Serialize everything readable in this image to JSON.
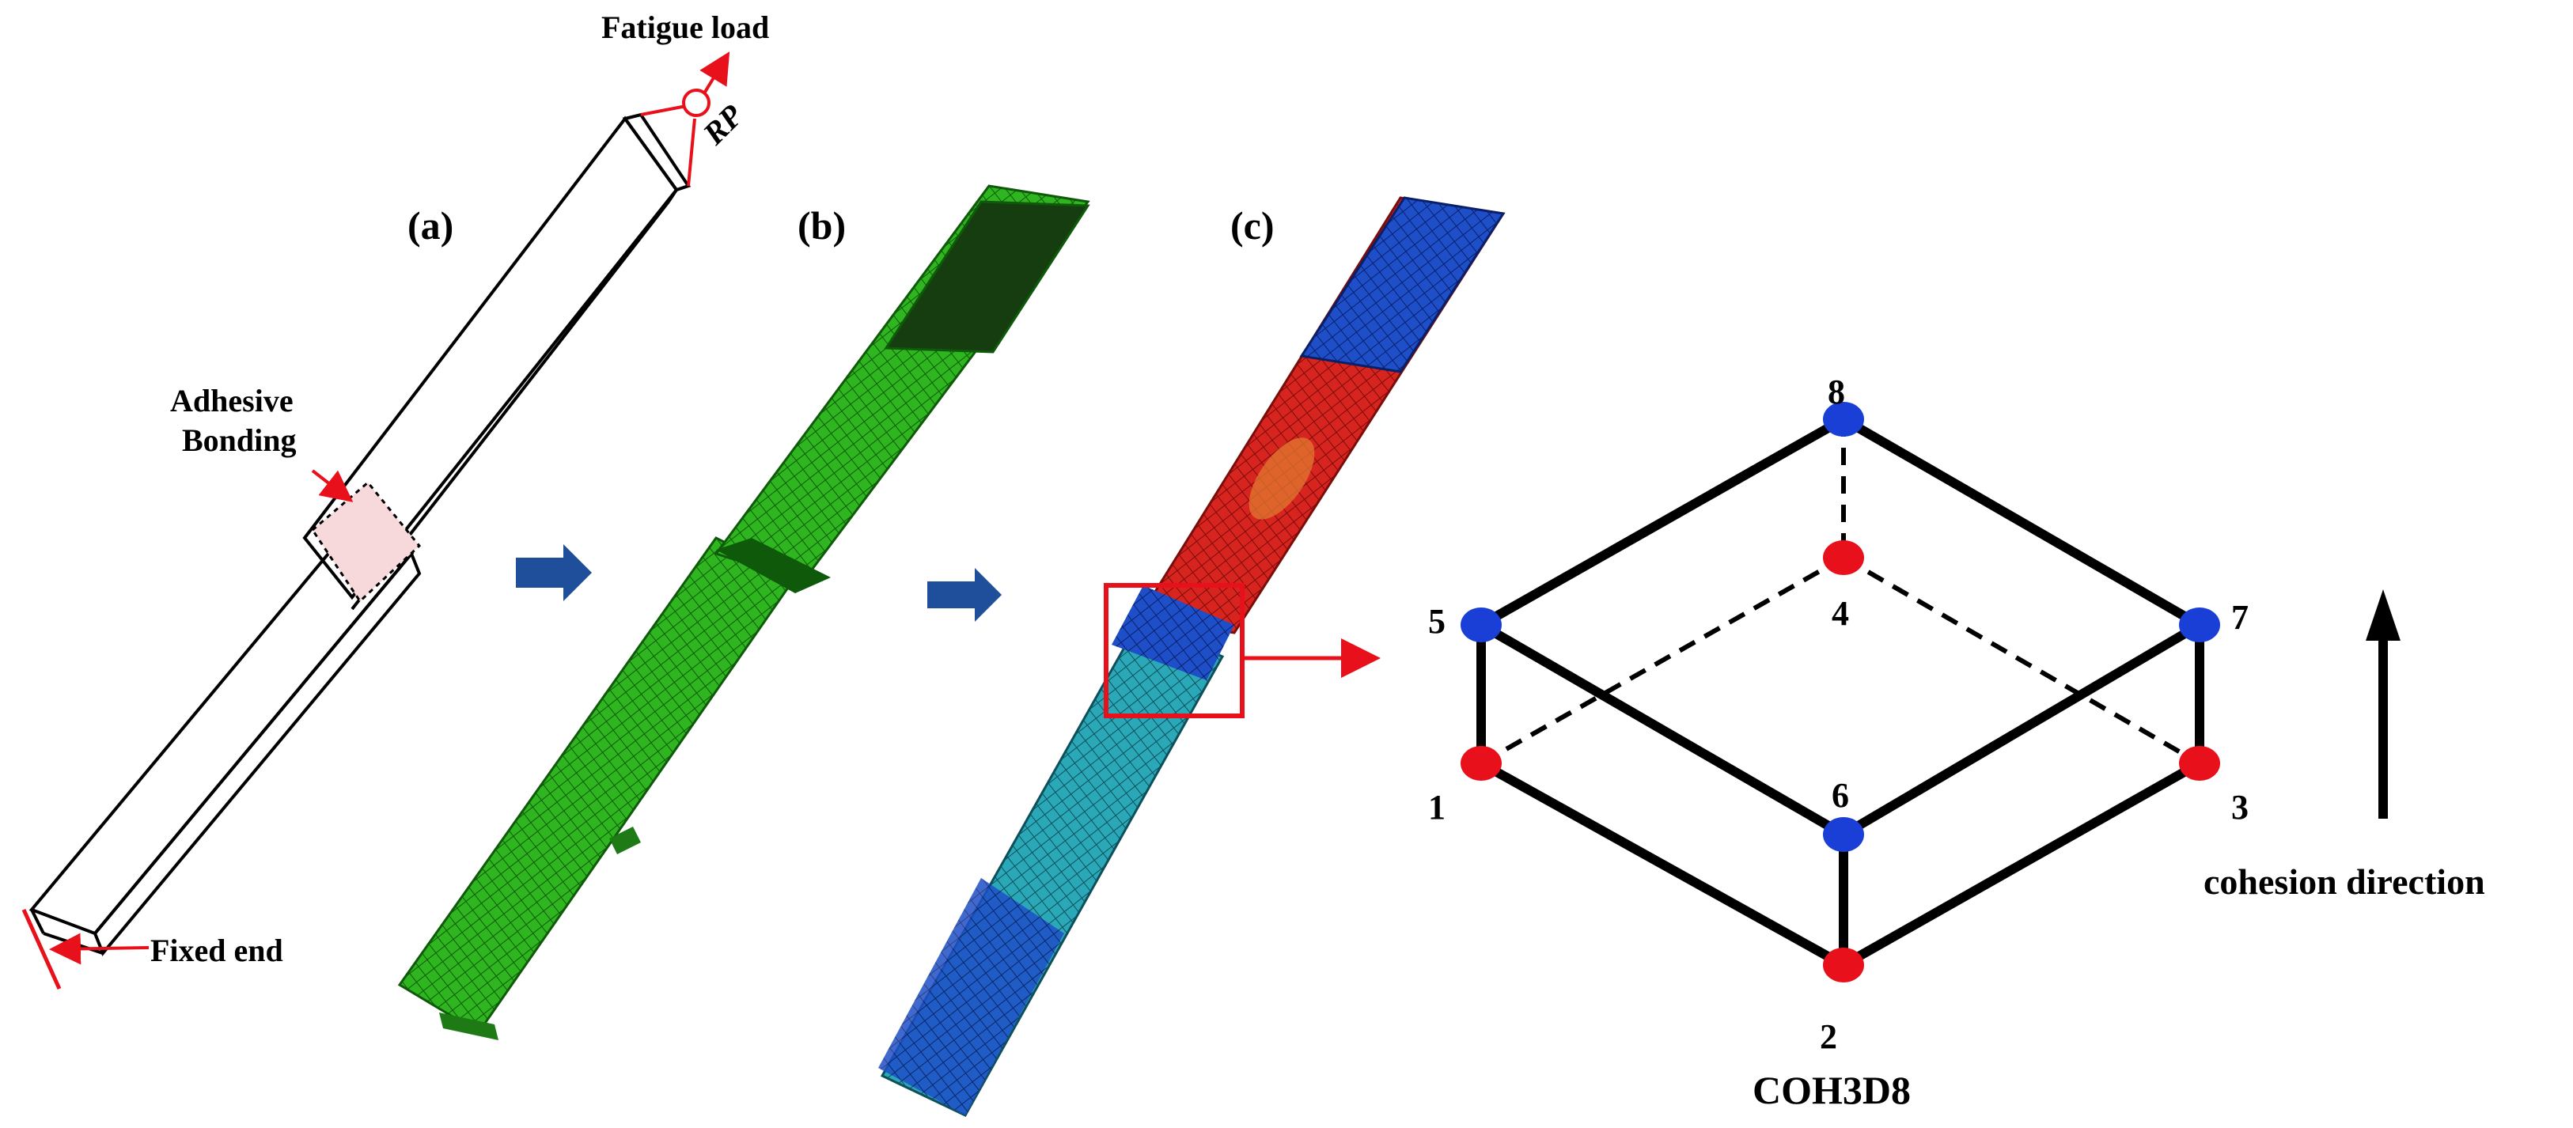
{
  "panels": {
    "a": {
      "label": "(a)",
      "fatigue_load": "Fatigue load",
      "rp": "RP",
      "adhesive": [
        "Adhesive",
        "Bonding"
      ],
      "fixed_end": "Fixed end"
    },
    "b": {
      "label": "(b)"
    },
    "c": {
      "label": "(c)"
    }
  },
  "element": {
    "name": "COH3D8",
    "cohesion_direction": "cohesion direction",
    "nodes": [
      {
        "id": "1",
        "color": "#e8101a"
      },
      {
        "id": "2",
        "color": "#e8101a"
      },
      {
        "id": "3",
        "color": "#e8101a"
      },
      {
        "id": "4",
        "color": "#e8101a"
      },
      {
        "id": "5",
        "color": "#1a3fd6"
      },
      {
        "id": "6",
        "color": "#1a3fd6"
      },
      {
        "id": "7",
        "color": "#1a3fd6"
      },
      {
        "id": "8",
        "color": "#1a3fd6"
      }
    ]
  },
  "colors": {
    "mesh_green": "#2fb51f",
    "stress_red": "#d8241f",
    "stress_blue": "#1e4fc8",
    "stress_cyan": "#2aa8b8",
    "flow_arrow": "#1f4e9a",
    "callout": "#e8101a"
  }
}
